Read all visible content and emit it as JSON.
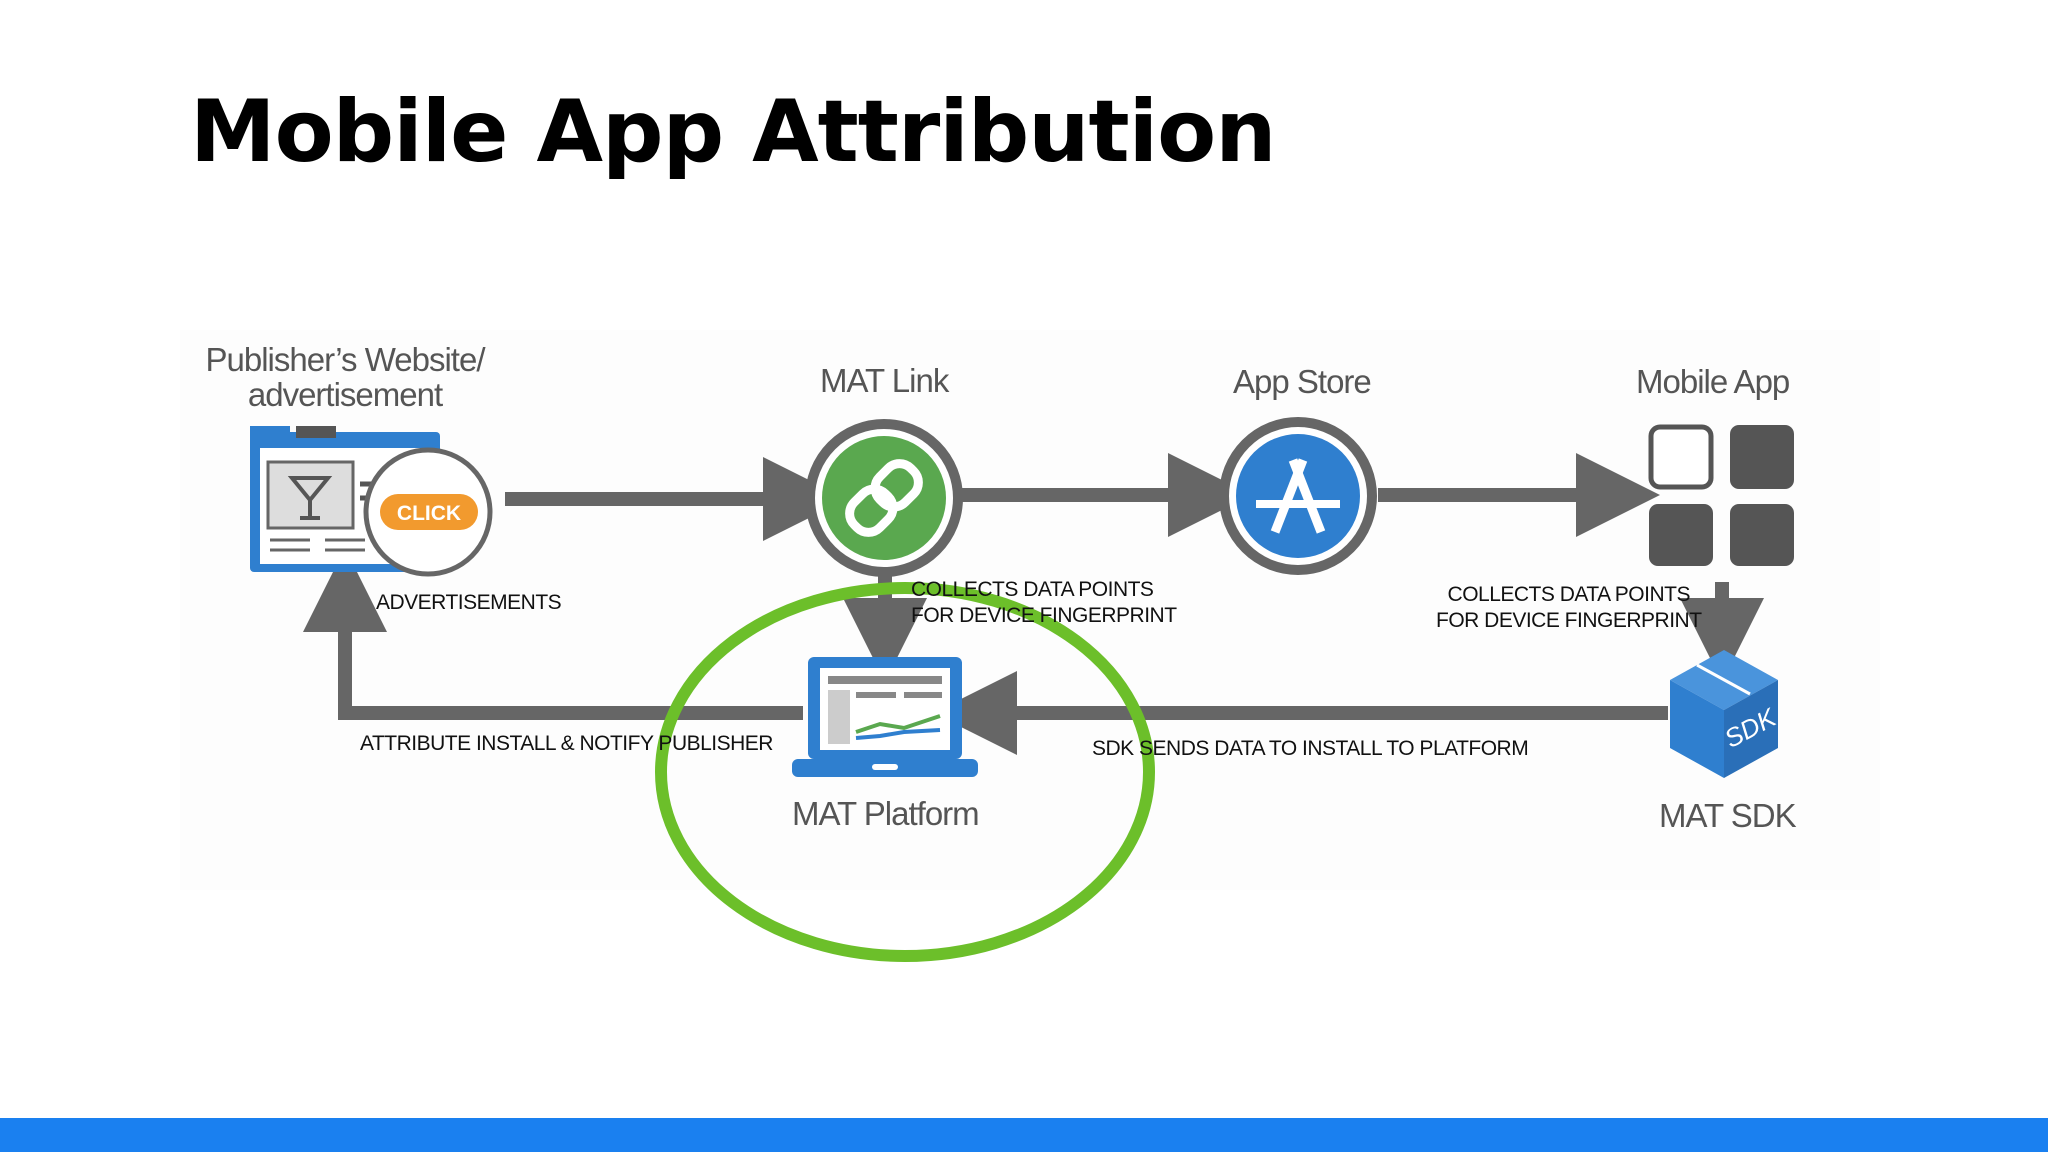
{
  "slide": {
    "title": "Mobile App Attribution"
  },
  "diagram": {
    "nodes": {
      "publisher": "Publisher’s Website/\nadvertisement",
      "mat_link": "MAT Link",
      "app_store": "App Store",
      "mobile_app": "Mobile App",
      "mat_platform": "MAT Platform",
      "mat_sdk": "MAT SDK"
    },
    "click_badge": "CLICK",
    "sdk_label": "SDK",
    "captions": {
      "advertisements": "ADVERTISEMENTS",
      "collects_link": "COLLECTS DATA POINTS\nFOR DEVICE FINGERPRINT",
      "collects_app": "COLLECTS DATA POINTS\nFOR DEVICE FINGERPRINT",
      "attribute": "ATTRIBUTE INSTALL & NOTIFY PUBLISHER",
      "sdk_sends": "SDK SENDS DATA TO INSTALL TO PLATFORM"
    }
  },
  "colors": {
    "arrow": "#666666",
    "link_green": "#5aa84f",
    "store_blue": "#2f7fcf",
    "highlight_green": "#6cbf2a",
    "click_orange": "#f29a2e",
    "accent_bar": "#1a80f0"
  }
}
